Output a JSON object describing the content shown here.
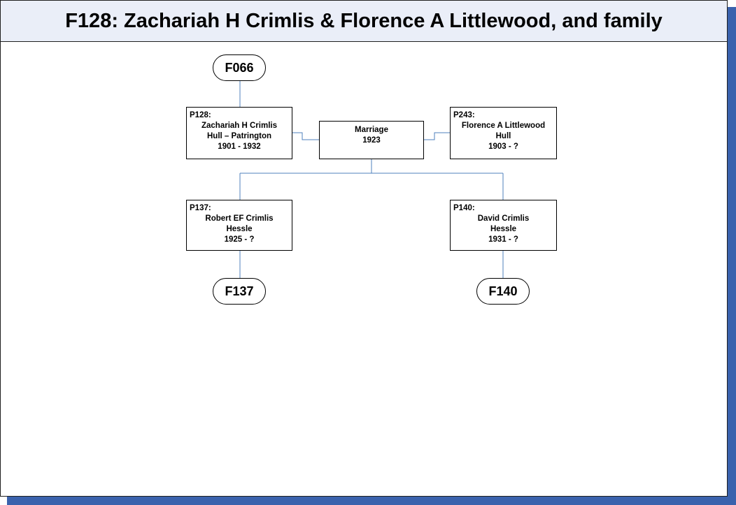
{
  "title": "F128: Zachariah H Crimlis & Florence A Littlewood, and family",
  "parent_family": "F066",
  "husband": {
    "id": "P128:",
    "name": "Zachariah H  Crimlis",
    "place": "Hull – Patrington",
    "dates": "1901 - 1932"
  },
  "wife": {
    "id": "P243:",
    "name": "Florence A Littlewood",
    "place": "Hull",
    "dates": "1903 - ?"
  },
  "marriage": {
    "label": "Marriage",
    "year": "1923"
  },
  "children": [
    {
      "id": "P137:",
      "name": "Robert EF Crimlis",
      "place": "Hessle",
      "dates": "1925 - ?",
      "family": "F137"
    },
    {
      "id": "P140:",
      "name": "David Crimlis",
      "place": "Hessle",
      "dates": "1931 - ?",
      "family": "F140"
    }
  ],
  "colors": {
    "connector": "#4f81bd",
    "shadow": "#3a62ad",
    "title_bg": "#eaeef8"
  }
}
